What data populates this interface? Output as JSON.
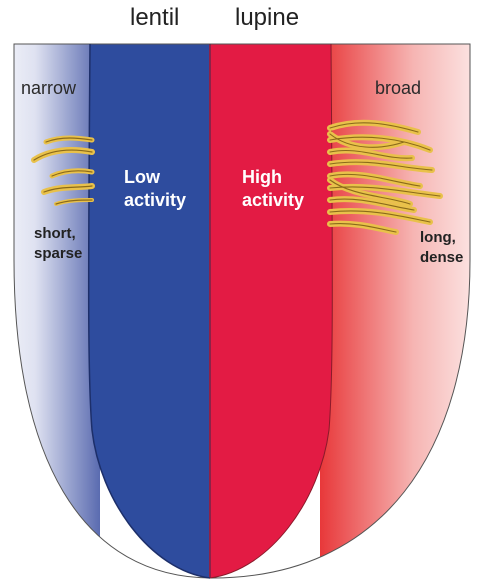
{
  "columns": {
    "left_title": "lentil",
    "right_title": "lupine"
  },
  "sides": {
    "left_width": "narrow",
    "right_width": "broad",
    "left_hairs_line1": "short,",
    "left_hairs_line2": "sparse",
    "right_hairs_line1": "long,",
    "right_hairs_line2": "dense"
  },
  "bands": {
    "left_activity_line1": "Low",
    "left_activity_line2": "activity",
    "right_activity_line1": "High",
    "right_activity_line2": "activity"
  },
  "colors": {
    "blue_band": "#2e4c9e",
    "red_band": "#e31b44",
    "left_fade": "#5a6bb0",
    "right_fade": "#e8383a",
    "hair_fill": "#e9c14a",
    "hair_stroke": "#8a6a1a"
  },
  "icons": {
    "left_hairs": "short-sparse-root-hairs-icon",
    "right_hairs": "long-dense-root-hairs-icon"
  }
}
